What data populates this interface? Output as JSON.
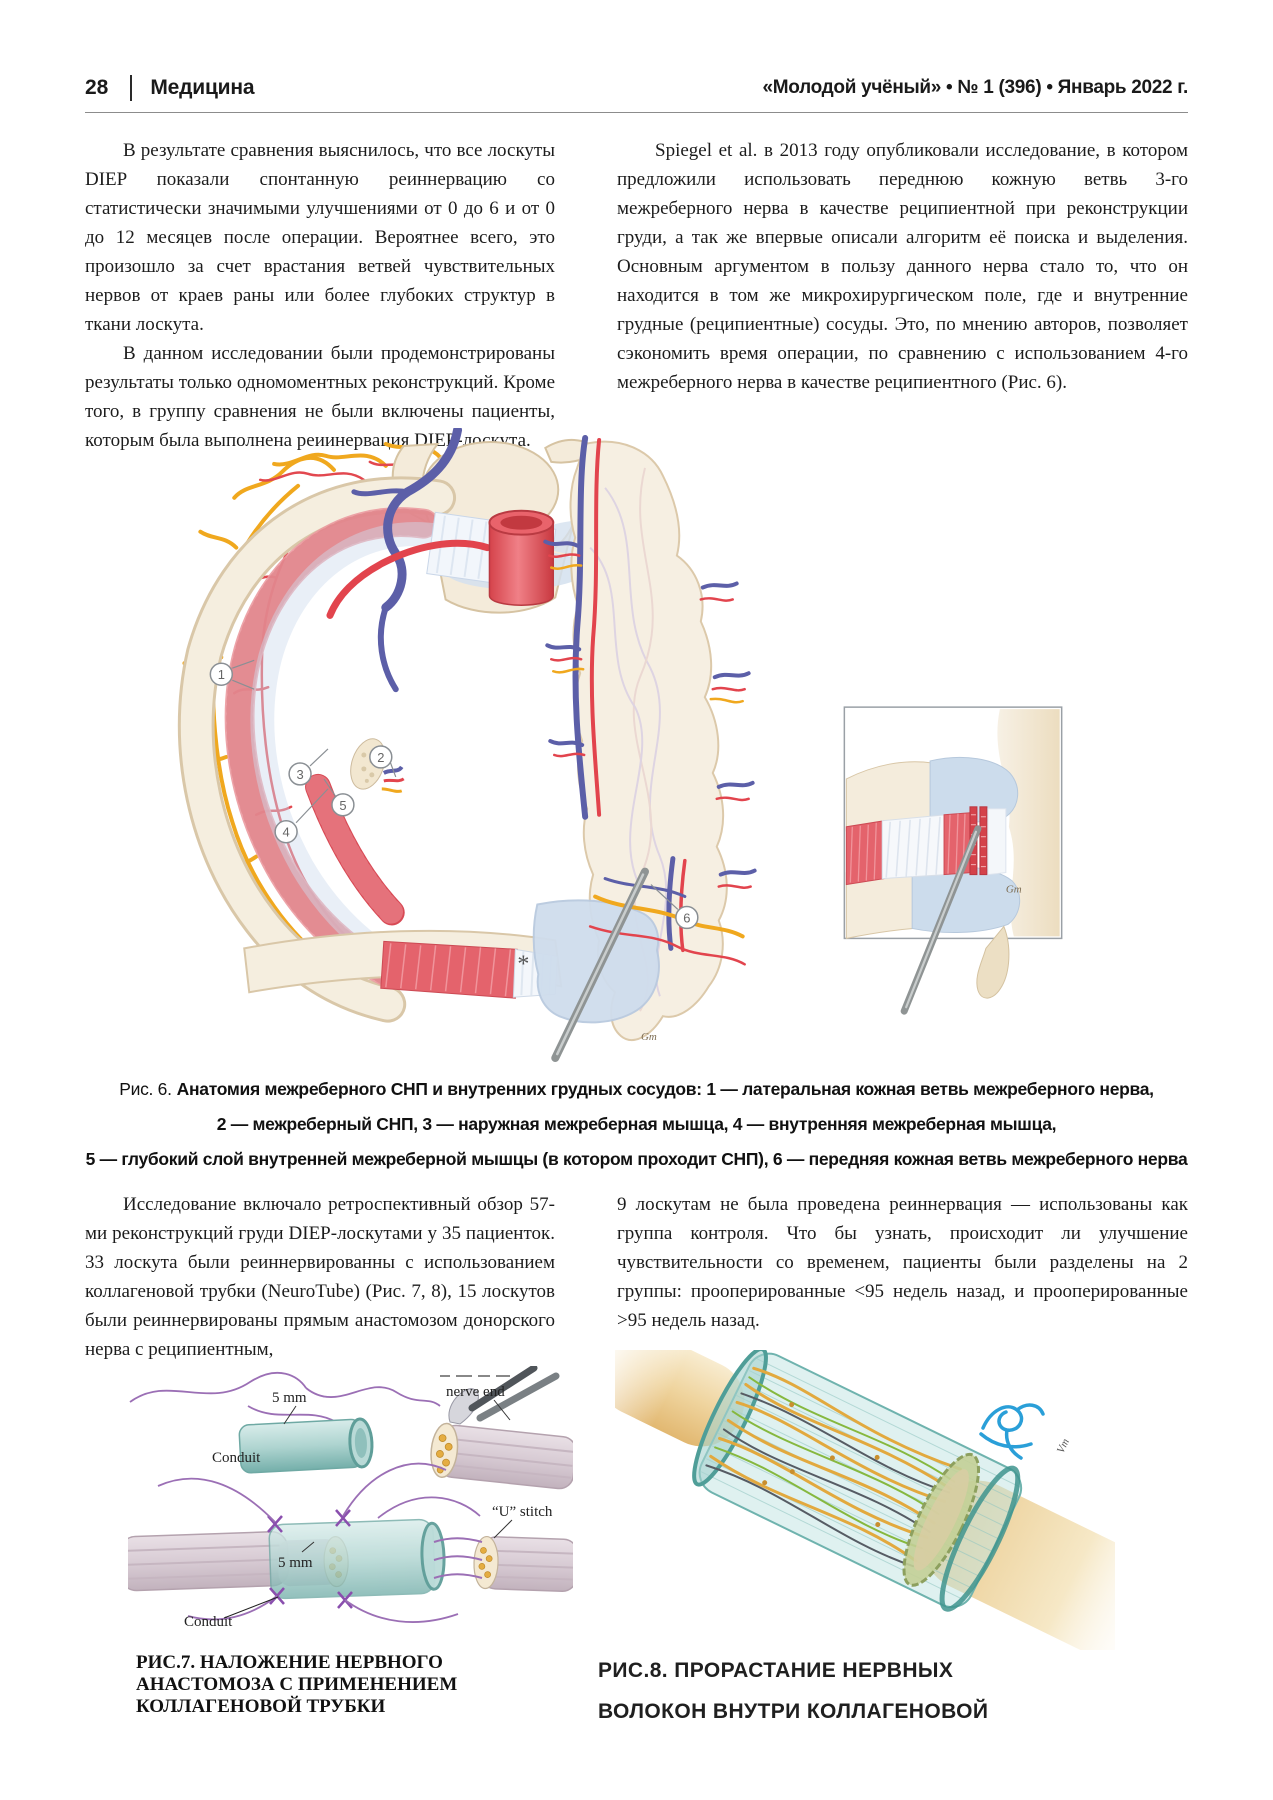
{
  "page": {
    "number": "28",
    "section": "Медицина",
    "journal_ref": "«Молодой учёный» • № 1 (396) • Январь 2022 г."
  },
  "article": {
    "col1_para1": "В результате сравнения выяснилось, что все лоскуты DIEP показали спонтанную реиннервацию со статистически значимыми улучшениями от 0 до 6 и от 0 до 12 месяцев после операции. Вероятнее всего, это произошло за счет врастания ветвей чувствительных нервов от краев раны или более глубоких структур в ткани лоскута.",
    "col1_para2": "В данном исследовании были продемонстрированы результаты только одномоментных реконструкций. Кроме того, в группу сравнения не были включены пациенты, которым была выполнена реиинервация DIEP-лоскута.",
    "col2_para1": "Spiegel et al. в 2013 году опубликовали исследование, в котором предложили использовать переднюю кожную ветвь 3-го межреберного нерва в качестве реципиентной при реконструкции груди, а так же впервые описали алгоритм её поиска и выделения. Основным аргументом в пользу данного нерва стало то, что он находится в том же микрохирургическом поле, где и внутренние грудные (реципиентные) сосуды. Это, по мнению авторов, позволяет сэкономить время операции, по сравнению с использованием 4-го межреберного нерва в качестве реципиентного (Рис. 6).",
    "col1_para3": "Исследование включало ретроспективный обзор 57-ми реконструкций груди DIEP-лоскутами у 35 пациенток. 33 лоскута были реиннервированны с использованием коллагеновой трубки (NeuroTube) (Рис. 7, 8), 15 лоскутов были реиннервированы прямым анастомозом донорского нерва с реципиентным,",
    "col2_para2": "9 лоскутам не была проведена реиннервация — использованы как группа контроля. Что бы узнать, происходит ли улучшение чувствительности со временем, пациенты были разделены на 2 группы: прооперированные <95 недель назад, и прооперированные >95 недель назад."
  },
  "figure6": {
    "caption_prefix": "Рис. 6.",
    "caption_line1": "Анатомия межреберного СНП и внутренних грудных сосудов: 1 — латеральная кожная ветвь межреберного нерва,",
    "caption_line2": "2 — межреберный СНП, 3 — наружная межреберная мышца, 4 — внутренняя межреберная мышца,",
    "caption_line3": "5 — глубокий слой внутренней межреберной мышцы (в котором проходит СНП), 6 — передняя кожная ветвь межреберного нерва",
    "labels": [
      "1",
      "2",
      "3",
      "4",
      "5",
      "6"
    ],
    "asterisk": "*",
    "signature": "Gm"
  },
  "figure7": {
    "caption_line1": "РИС.7. НАЛОЖЕНИЕ НЕРВНОГО",
    "caption_line2": "АНАСТОМОЗА С ПРИМЕНЕНИЕМ",
    "caption_line3": "КОЛЛАГЕНОВОЙ ТРУБКИ",
    "labels": {
      "size_top": "5 mm",
      "conduit_top": "Conduit",
      "nerve_end": "nerve end",
      "size_bottom": "5 mm",
      "u_stitch": "“U” stitch",
      "conduit_bottom": "Conduit"
    }
  },
  "figure8": {
    "caption_line1": "РИС.8. ПРОРАСТАНИЕ НЕРВНЫХ",
    "caption_line2": "ВОЛОКОН ВНУТРИ КОЛЛАГЕНОВОЙ",
    "signature": "Vm"
  },
  "colors": {
    "nerve_yellow": "#f0a81e",
    "artery_red": "#e2444d",
    "vein_blue": "#5c5fa8",
    "bone_beige": "#f5eedf",
    "cartilage_blue": "#cfdded",
    "muscle_red": "#e4636c",
    "conduit_teal": "#9fcbc7",
    "suture_purple": "#9b6fb5",
    "knot_blue": "#2a9fd8"
  }
}
